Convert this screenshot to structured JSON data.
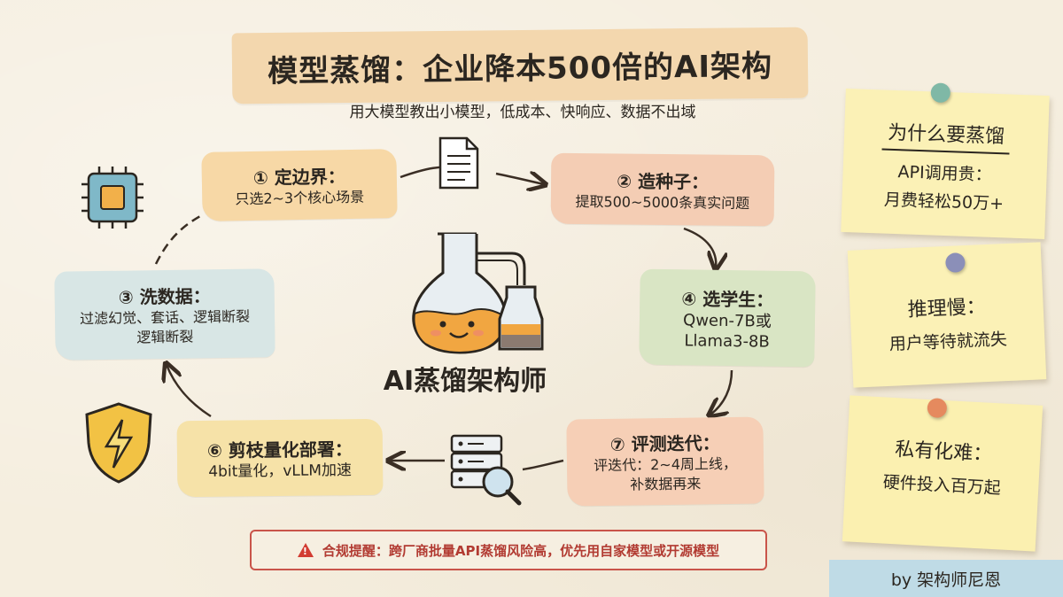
{
  "title": "模型蒸馏：企业降本500倍的AI架构",
  "subtitle": "用大模型教出小模型，低成本、快响应、数据不出域",
  "center_label": "AI蒸馏架构师",
  "steps": {
    "s1": {
      "heading": "① 定边界：",
      "body": [
        "只选2~3个核心场景"
      ]
    },
    "s2": {
      "heading": "② 造种子：",
      "body": [
        "提取500~5000条真实问题"
      ]
    },
    "s3": {
      "heading": "③ 洗数据：",
      "body": [
        "过滤幻觉、套话、逻辑断裂",
        "逻辑断裂"
      ]
    },
    "s4": {
      "heading": "④ 选学生：",
      "body": [
        "Qwen-7B或",
        "Llama3-8B"
      ]
    },
    "s6": {
      "heading": "⑥ 剪枝量化部署：",
      "body": [
        "4bit量化，vLLM加速"
      ]
    },
    "s7": {
      "heading": "⑦ 评测迭代：",
      "body": [
        "评迭代：2~4周上线，",
        "补数据再来"
      ]
    }
  },
  "warning": "合规提醒：跨厂商批量API蒸馏风险高，优先用自家模型或开源模型",
  "notes": [
    {
      "title": "为什么要蒸馏",
      "body": [
        "API调用贵：",
        "月费轻松50万+"
      ]
    },
    {
      "title": "推理慢：",
      "body": [
        "用户等待就流失"
      ]
    },
    {
      "title": "私有化难：",
      "body": [
        "硬件投入百万起"
      ]
    }
  ],
  "byline": "by 架构师尼恩",
  "colors": {
    "step1": "#f7d8a6",
    "step2": "#f4cdb4",
    "step3": "#d8e6e5",
    "step4": "#d9e5c4",
    "step6": "#f6e2a8",
    "step7": "#f6cfb6",
    "warning": "#c9544a",
    "sticky": "#fbf1b6",
    "byline_bg": "#bfdbe6"
  },
  "icons": [
    "document-icon",
    "chip-icon",
    "shield-bolt-icon",
    "flask-icon",
    "server-search-icon",
    "warning-icon",
    "pin-icon"
  ]
}
